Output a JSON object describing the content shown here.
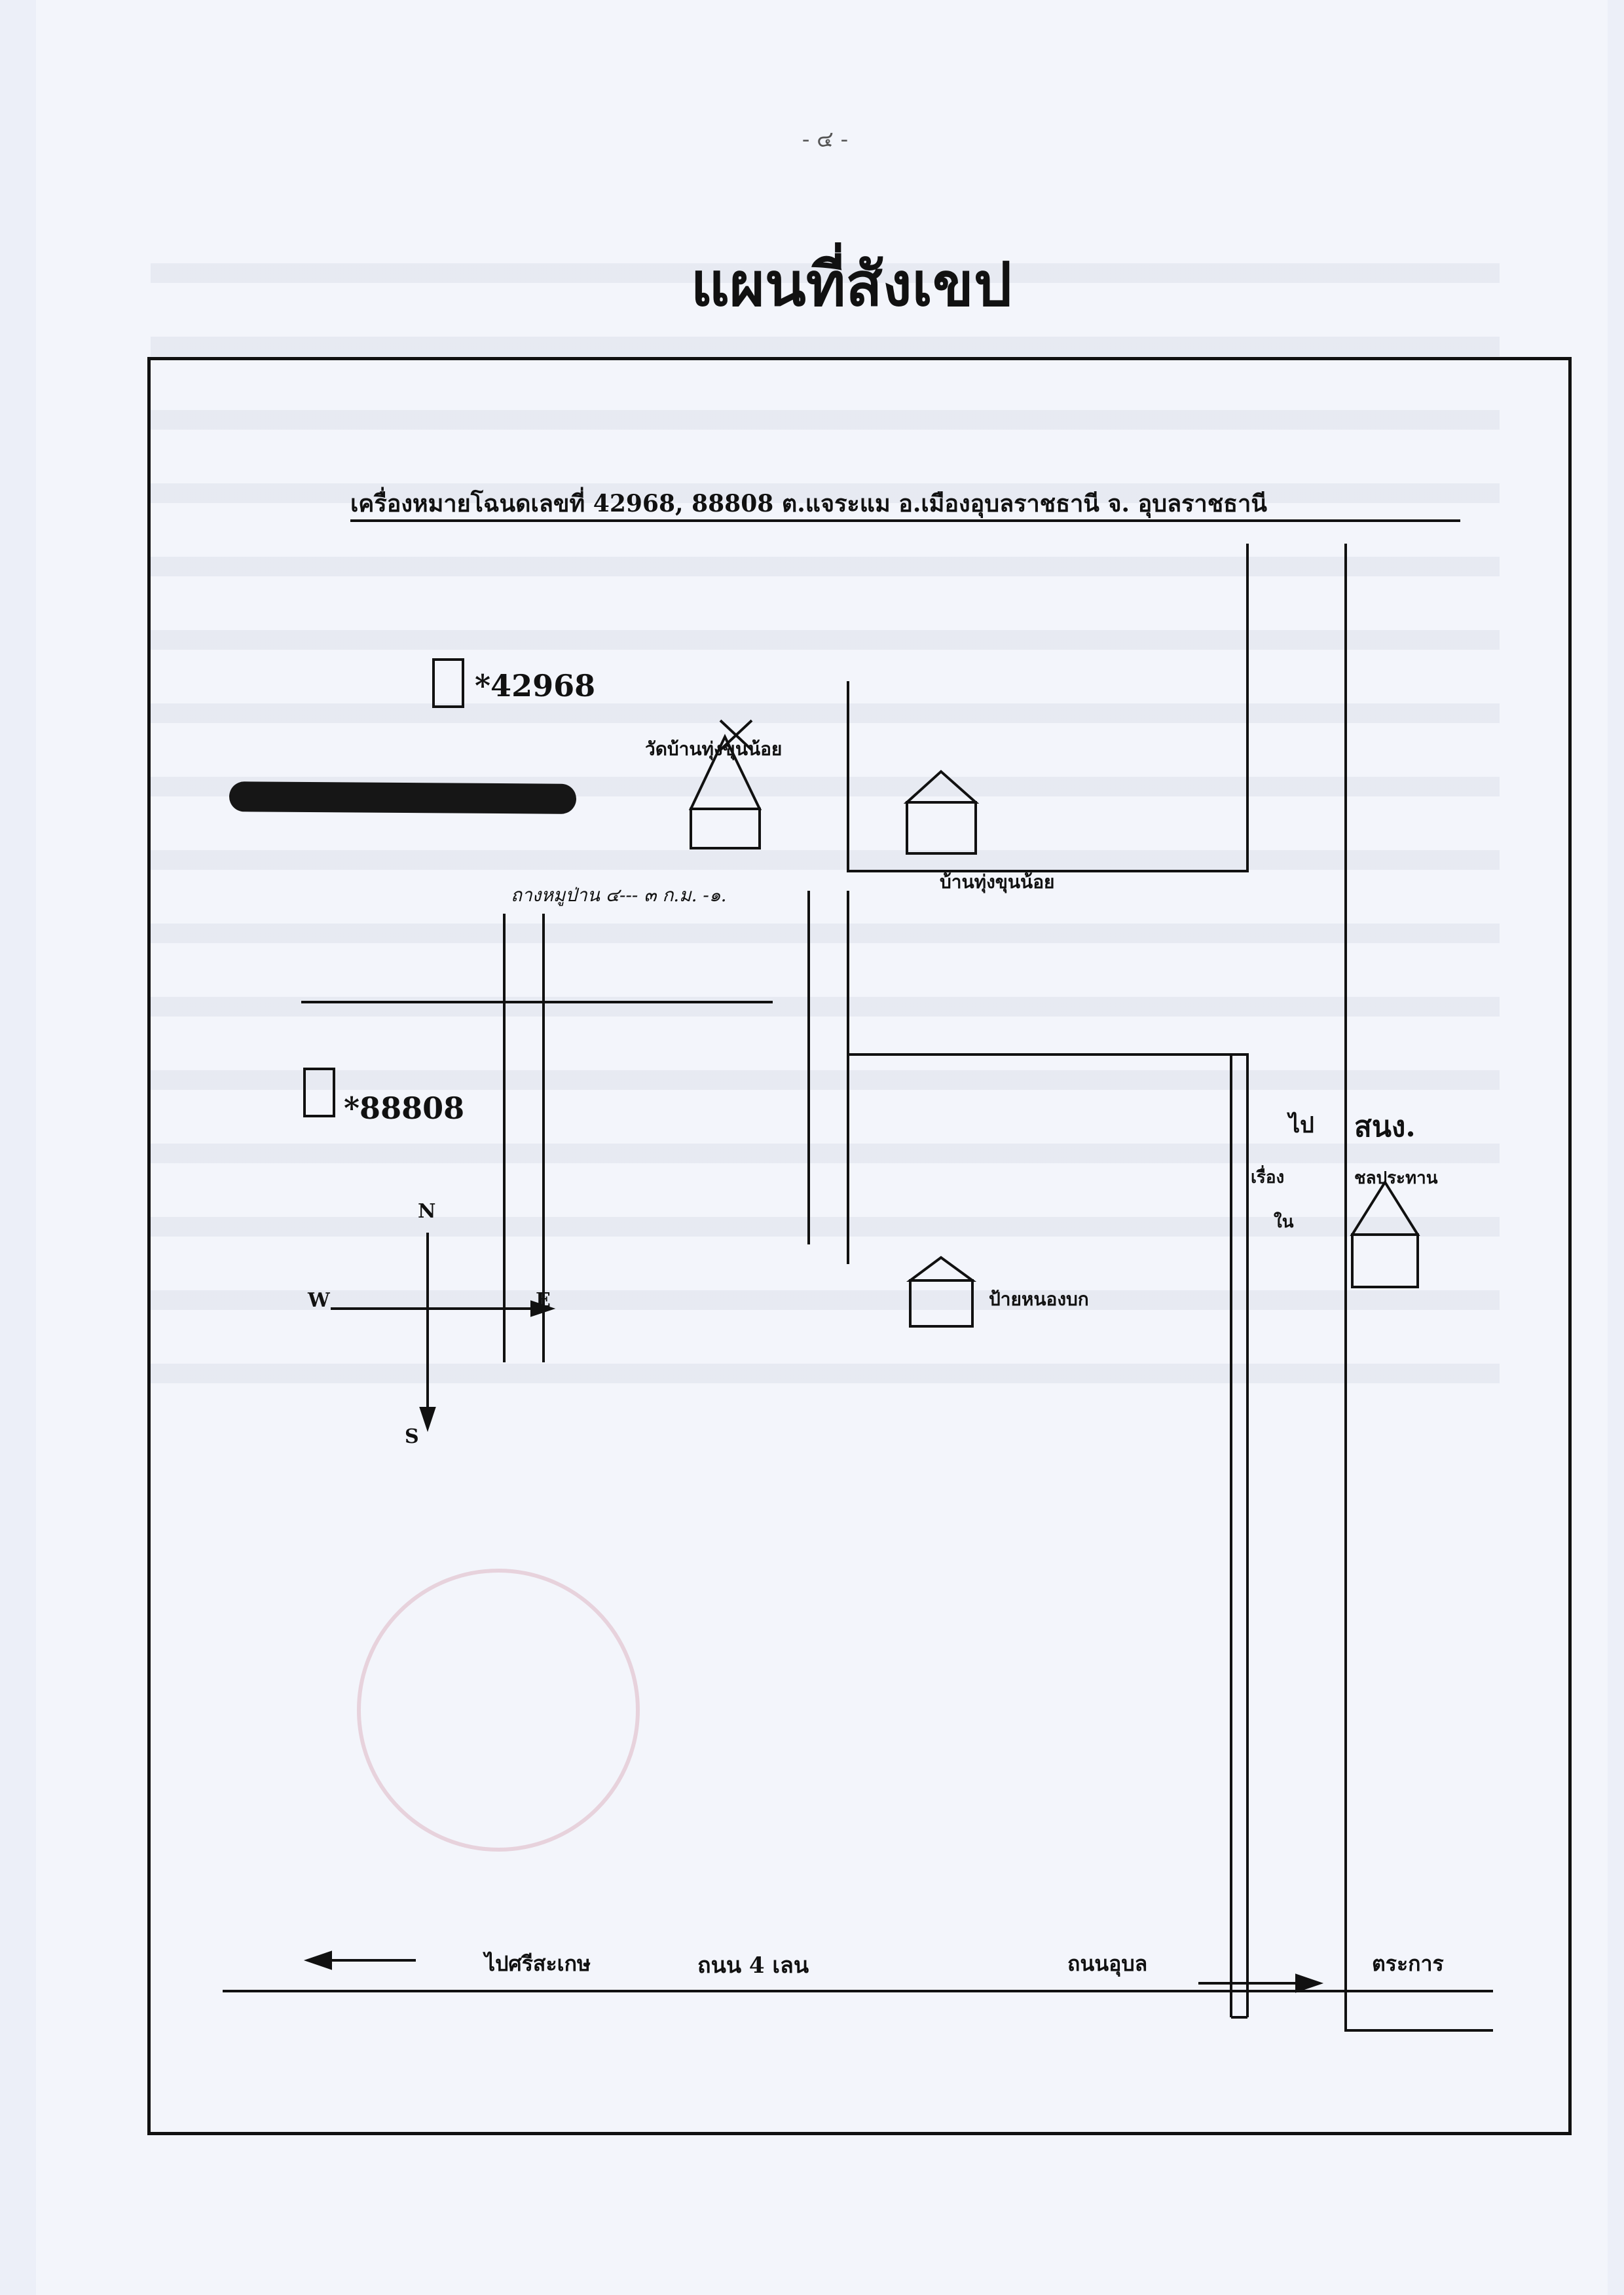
{
  "page_number": "- ๔ -",
  "title": "แผนที่สังเขป",
  "deed_line": "เครื่องหมายโฉนดเลขที่ 42968, 88808  ต.แจระแม  อ.เมืองอุบลราชธานี  จ. อุบลราชธานี",
  "parcels": [
    {
      "label": "*42968"
    },
    {
      "label": "*88808"
    }
  ],
  "places": {
    "temple": "วัดบ้านทุ่งขุนน้อย",
    "village": "บ้านทุ่งขุนน้อย",
    "village_sign": "ป้ายหนองบก",
    "handwritten_note": "ถางหมูป่าน  ๔---  ๓ ก.ม. -๑."
  },
  "east_labels": {
    "go": "ไป",
    "town": "สนง.",
    "river": "เรื่อง",
    "in": "ใน",
    "shrine": "ชลประทาน"
  },
  "compass": {
    "north": "N",
    "south": "S",
    "east": "E",
    "west": "W"
  },
  "road": {
    "to_sisaket": "ไปศรีสะเกษ",
    "road_name": "ถนน 4 เลน",
    "to_ubon": "ถนนอุบล",
    "to_trakan": "ตระการ"
  },
  "colors": {
    "ink": "#111111",
    "paper": "#f3f5fb",
    "stamp": "#cd8296"
  }
}
